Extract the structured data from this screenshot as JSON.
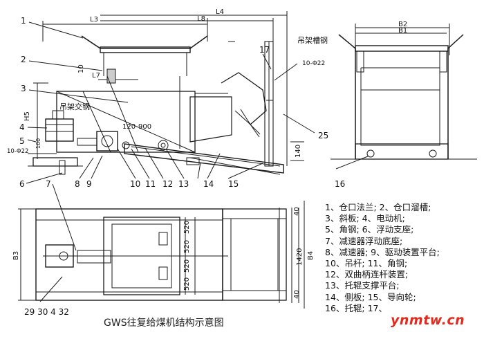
{
  "dimensions": {
    "side": [
      "L3",
      "L8",
      "L4",
      "L7",
      "H5",
      "10",
      "10-Φ22",
      "10-Φ22",
      "100",
      "120",
      "900",
      "140"
    ],
    "end": [
      "B2",
      "B1"
    ],
    "plan": [
      "B3",
      "B4",
      "1420",
      "520",
      "520",
      "520",
      "520",
      "40",
      "40"
    ]
  },
  "callouts": {
    "side": [
      "1",
      "2",
      "3",
      "4",
      "5",
      "6",
      "7",
      "8",
      "9",
      "10",
      "11",
      "12",
      "13",
      "14",
      "15",
      "17",
      "25"
    ],
    "end": [
      "16"
    ],
    "plan": [
      "29 30 4 32"
    ]
  },
  "notes": {
    "hanger_channel": "吊架槽钢",
    "hanger_brace": "吊架交钢"
  },
  "legend": [
    "1、仓口法兰;  2、仓口溜槽;",
    "3、斜板; 4、电动机;",
    "5、角钢; 6、浮动支座;",
    "7、减速器浮动底座;",
    "8、减速器; 9、驱动装置平台;",
    "10、吊杆;  11、角钢;",
    "12、双曲柄连杆装置;",
    "13、托辊支撑平台;",
    "14、侧板;  15、导向轮;",
    "16、托辊;  17、"
  ],
  "caption": "GWS往复给煤机结构示意图",
  "watermark": "ynmtw.cn",
  "colors": {
    "line": "#1a1a1a",
    "watermark": "#e32a1c"
  }
}
